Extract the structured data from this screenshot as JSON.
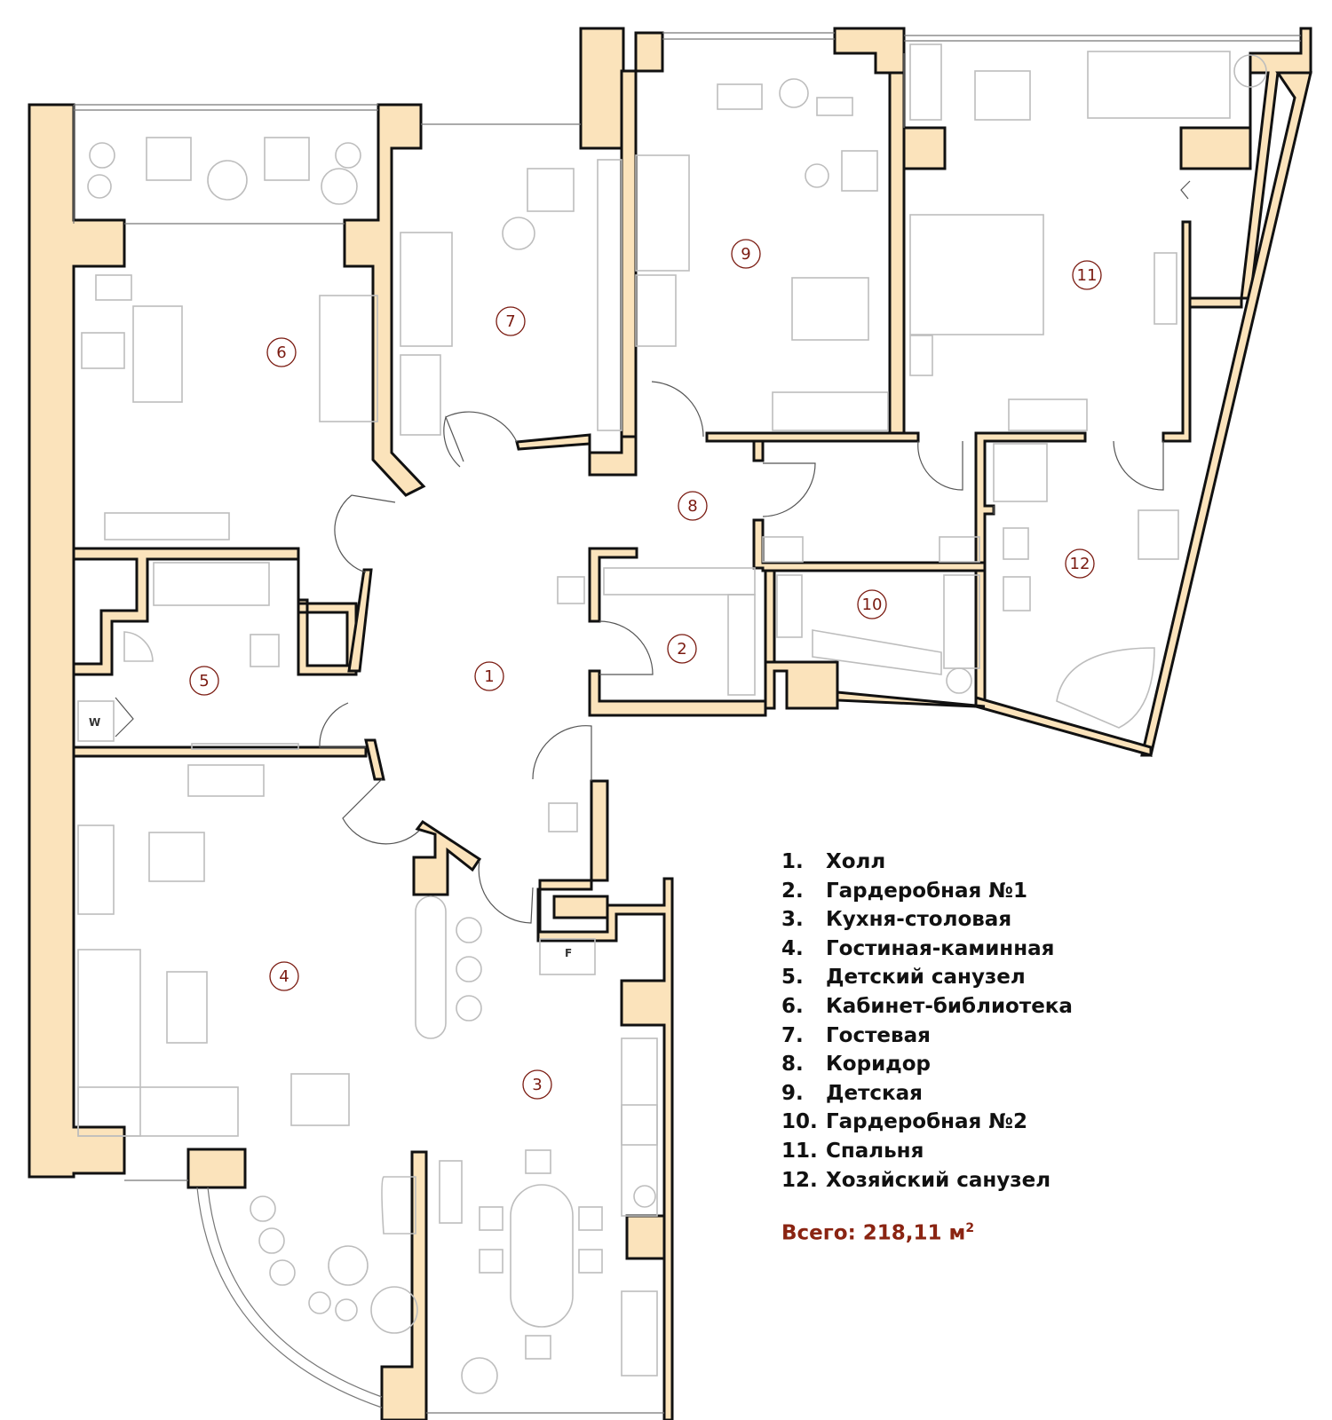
{
  "colors": {
    "wall_fill": "#fbe3bb",
    "wall_stroke": "#111111",
    "label": "#7a1a10",
    "total": "#8a2412"
  },
  "rooms": [
    {
      "num": "1",
      "name": "Холл"
    },
    {
      "num": "2",
      "name": "Гардеробная №1"
    },
    {
      "num": "3",
      "name": "Кухня-столовая"
    },
    {
      "num": "4",
      "name": "Гостиная-каминная"
    },
    {
      "num": "5",
      "name": "Детский санузел"
    },
    {
      "num": "6",
      "name": "Кабинет-библиотека"
    },
    {
      "num": "7",
      "name": "Гостевая"
    },
    {
      "num": "8",
      "name": "Коридор"
    },
    {
      "num": "9",
      "name": "Детская"
    },
    {
      "num": "10",
      "name": "Гардеробная №2"
    },
    {
      "num": "11",
      "name": "Спальня"
    },
    {
      "num": "12",
      "name": "Хозяйский санузел"
    }
  ],
  "legend": [
    {
      "num": "1.",
      "name": "Холл"
    },
    {
      "num": "2.",
      "name": "Гардеробная №1"
    },
    {
      "num": "3.",
      "name": "Кухня-столовая"
    },
    {
      "num": "4.",
      "name": "Гостиная-каминная"
    },
    {
      "num": "5.",
      "name": "Детский санузел"
    },
    {
      "num": "6.",
      "name": "Кабинет-библиотека"
    },
    {
      "num": "7.",
      "name": "Гостевая"
    },
    {
      "num": "8.",
      "name": "Коридор"
    },
    {
      "num": "9.",
      "name": "Детская"
    },
    {
      "num": "10.",
      "name": "Гардеробная №2"
    },
    {
      "num": "11.",
      "name": "Спальня"
    },
    {
      "num": "12.",
      "name": "Хозяйский санузел"
    }
  ],
  "total": {
    "label": "Всего: 218,11 м",
    "unit_power": "2"
  },
  "appliance_marks": {
    "washer": "W",
    "fridge": "F"
  }
}
